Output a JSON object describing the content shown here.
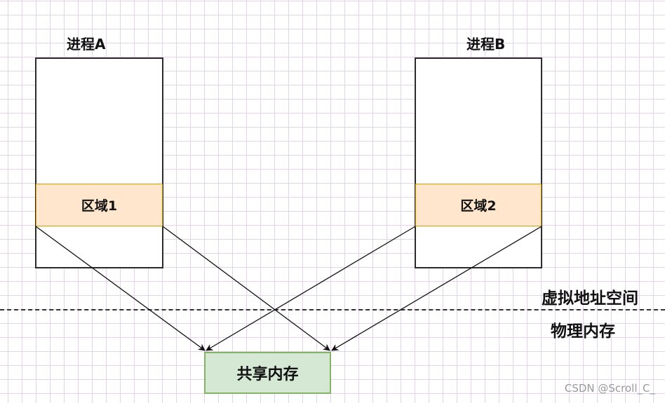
{
  "process_a": {
    "title": "进程A",
    "region_label": "区域1"
  },
  "process_b": {
    "title": "进程B",
    "region_label": "区域2"
  },
  "virtual_space_label": "虚拟地址空间",
  "physical_memory_label": "物理内存",
  "shared_memory_label": "共享内存",
  "watermark": "CSDN @Scroll_C_",
  "colors": {
    "region_fill": "#ffe6cc",
    "region_border": "#d79b00",
    "shared_fill": "#d5e8d4",
    "shared_border": "#82b366",
    "grid": "#e3d3e6"
  }
}
